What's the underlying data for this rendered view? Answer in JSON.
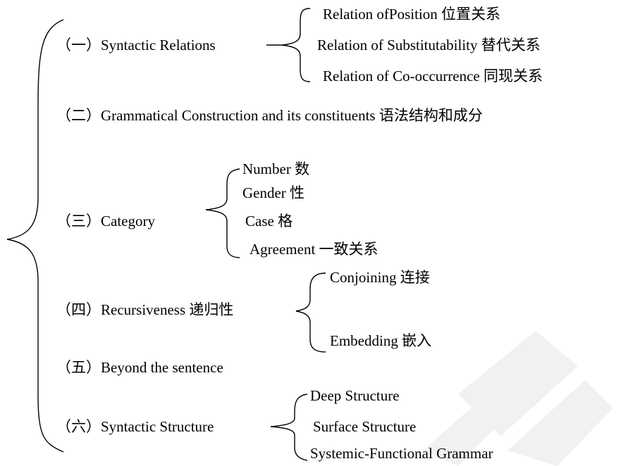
{
  "diagram": {
    "sections": [
      {
        "label": "（一）Syntactic Relations",
        "items": [
          "Relation ofPosition  位置关系",
          "Relation of Substitutability 替代关系",
          "Relation of Co-occurrence  同现关系"
        ]
      },
      {
        "label": "（二）Grammatical Construction and its constituents  语法结构和成分",
        "items": []
      },
      {
        "label": "（三）Category",
        "items": [
          "Number 数",
          "Gender 性",
          "Case 格",
          "Agreement 一致关系"
        ]
      },
      {
        "label": "（四）Recursiveness  递归性",
        "items": [
          "Conjoining 连接",
          "Embedding 嵌入"
        ]
      },
      {
        "label": "（五）Beyond the sentence",
        "items": []
      },
      {
        "label": "（六）Syntactic Structure",
        "items": [
          "Deep Structure",
          "Surface Structure",
          "Systemic-Functional Grammar"
        ]
      }
    ]
  }
}
